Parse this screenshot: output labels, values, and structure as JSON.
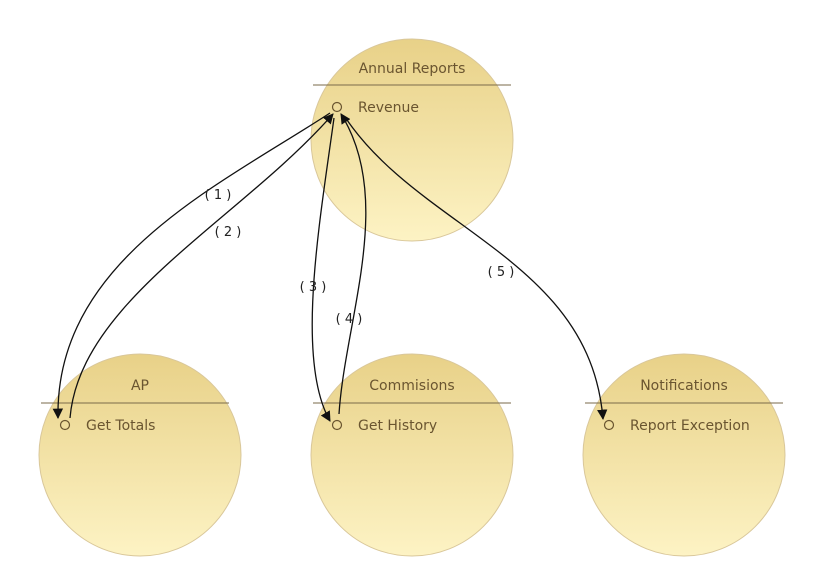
{
  "nodes": {
    "annual": {
      "title": "Annual Reports",
      "op": "Revenue"
    },
    "ap": {
      "title": "AP",
      "op": "Get Totals"
    },
    "commisions": {
      "title": "Commisions",
      "op": "Get History"
    },
    "notifications": {
      "title": "Notifications",
      "op": "Report Exception"
    }
  },
  "links": {
    "l1": "( 1 )",
    "l2": "( 2 )",
    "l3": "( 3 )",
    "l4": "( 4 )",
    "l5": "( 5 )"
  },
  "colors": {
    "node_top": "#e8d188",
    "node_bottom": "#fdf3c4",
    "node_stroke": "#d9c79a",
    "arrow": "#111111"
  }
}
